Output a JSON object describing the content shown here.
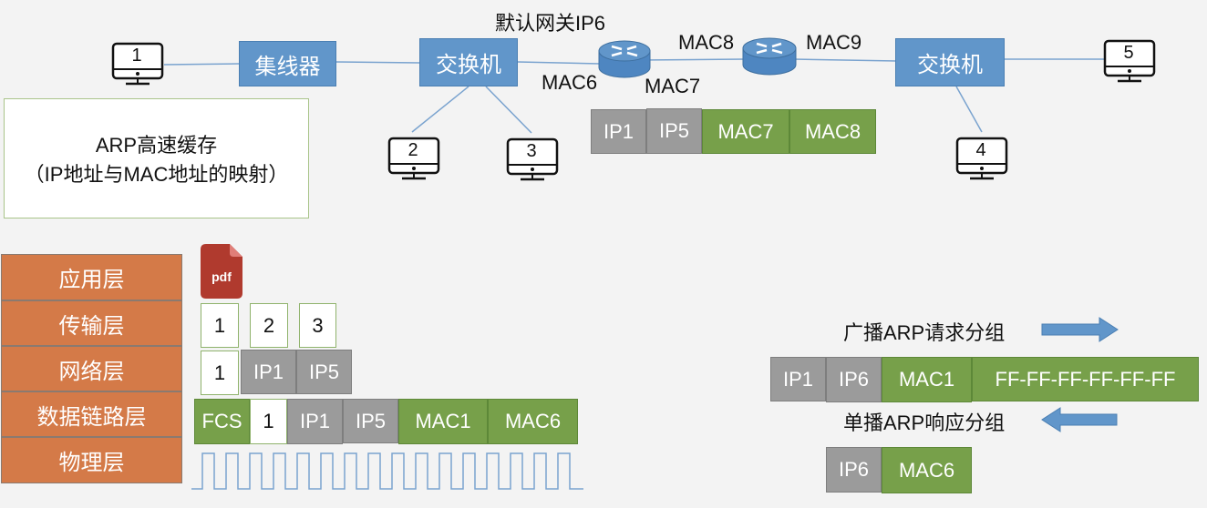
{
  "network": {
    "hub_label": "集线器",
    "switch_left_label": "交换机",
    "switch_right_label": "交换机",
    "gateway_label": "默认网关IP6",
    "hosts": [
      "1",
      "2",
      "3",
      "4",
      "5"
    ],
    "mac_labels": {
      "mac6": "MAC6",
      "mac7": "MAC7",
      "mac8": "MAC8",
      "mac9": "MAC9"
    },
    "router_frame": [
      "IP1",
      "IP5",
      "MAC7",
      "MAC8"
    ]
  },
  "arp_cache": {
    "title": "ARP高速缓存",
    "subtitle": "（IP地址与MAC地址的映射）"
  },
  "layers": [
    "应用层",
    "传输层",
    "网络层",
    "数据链路层",
    "物理层"
  ],
  "encapsulation": {
    "file_icon_label": "pdf",
    "transport_segments": [
      "1",
      "2",
      "3"
    ],
    "network_packet": [
      "1",
      "IP1",
      "IP5"
    ],
    "link_frame": [
      "FCS",
      "1",
      "IP1",
      "IP5",
      "MAC1",
      "MAC6"
    ]
  },
  "arp": {
    "request_label": "广播ARP请求分组",
    "request_packet": [
      "IP1",
      "IP6",
      "MAC1",
      "FF-FF-FF-FF-FF-FF"
    ],
    "reply_label": "单播ARP响应分组",
    "reply_packet": [
      "IP6",
      "MAC6"
    ]
  },
  "colors": {
    "device_blue": "#6196ca",
    "ip_gray": "#9b9b9b",
    "mac_green": "#77a04a",
    "layer_orange": "#d47a48",
    "pdf_red": "#b03a2e"
  }
}
